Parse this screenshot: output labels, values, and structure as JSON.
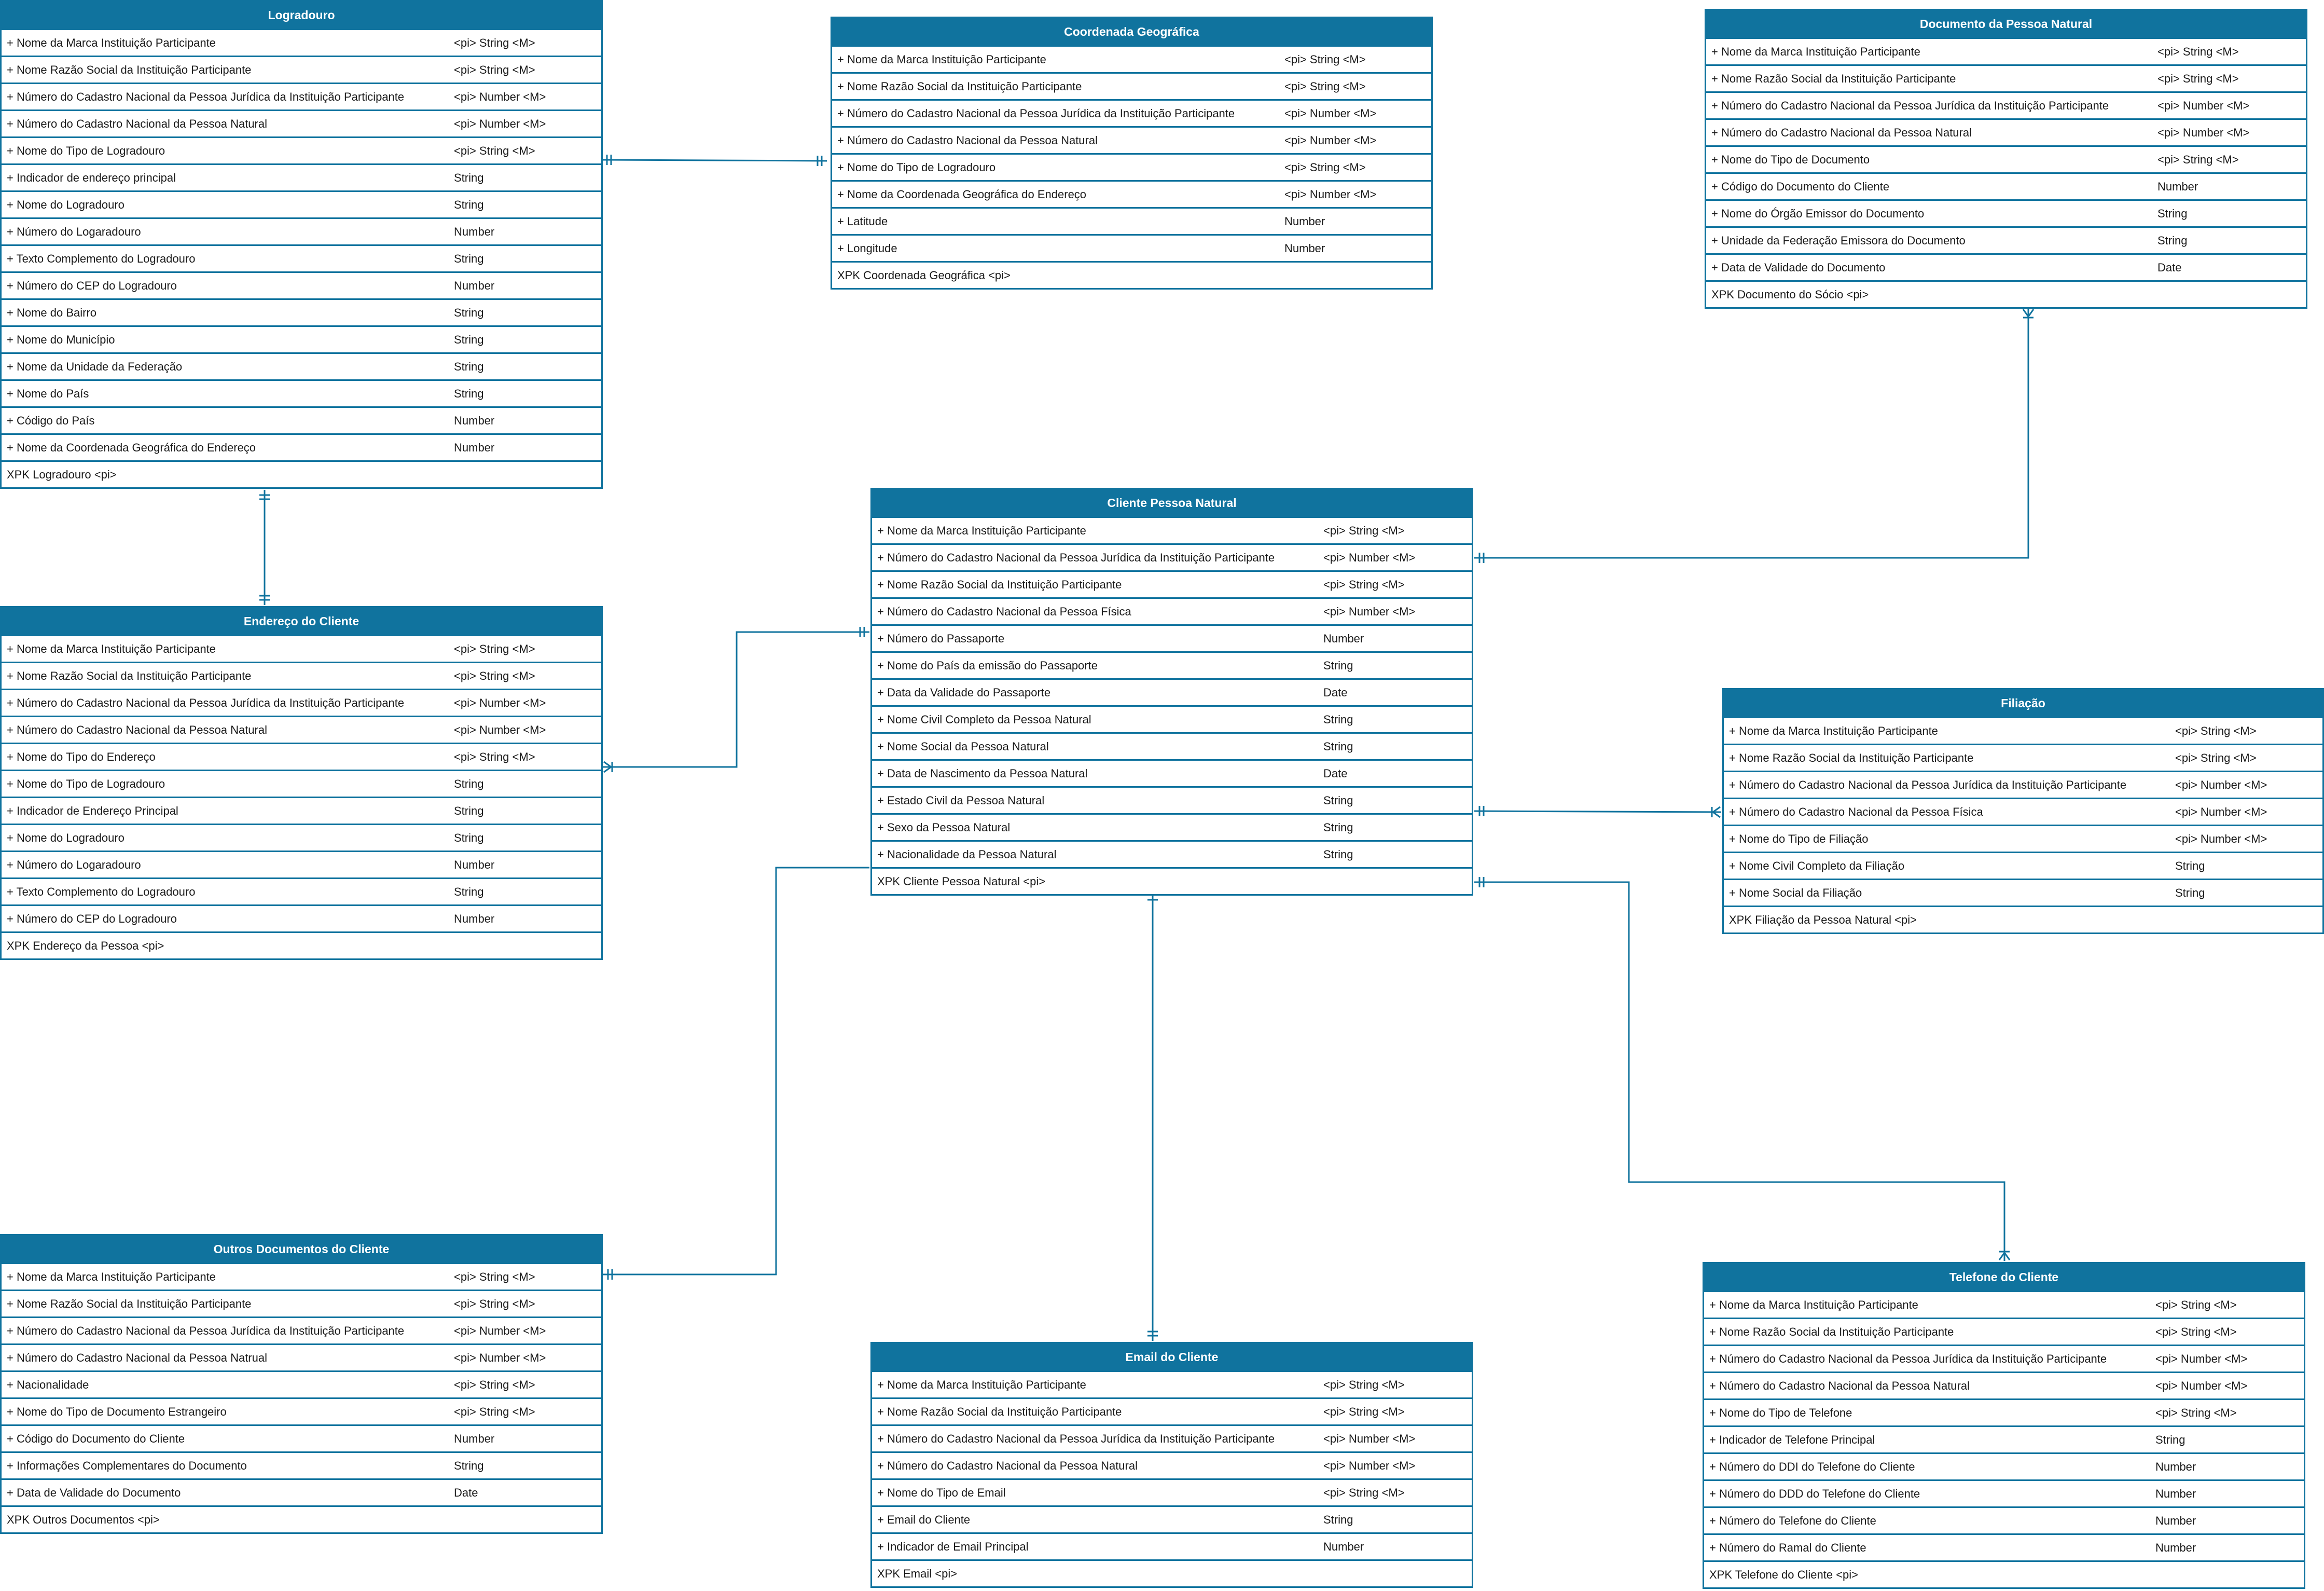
{
  "colors": {
    "header": "#10739e",
    "border": "#10739e",
    "header_text": "#ffffff",
    "connector": "#10739e"
  },
  "entities": {
    "logradouro": {
      "title": "Logradouro",
      "rows": [
        {
          "label": "+ Nome da Marca Instituição Participante",
          "type": "<pi> String     <M>"
        },
        {
          "label": "+ Nome Razão Social da Instituição Participante",
          "type": "<pi> String     <M>"
        },
        {
          "label": "+ Número do Cadastro Nacional da Pessoa Jurídica da Instituição Participante",
          "type": "<pi> Number  <M>"
        },
        {
          "label": "+ Número do Cadastro Nacional  da Pessoa Natural",
          "type": "<pi> Number <M>"
        },
        {
          "label": "+ Nome do Tipo de Logradouro",
          "type": "<pi> String     <M>"
        },
        {
          "label": "+ Indicador de endereço principal",
          "type": "String"
        },
        {
          "label": "+ Nome do Logradouro",
          "type": "String"
        },
        {
          "label": "+ Número do Logaradouro",
          "type": "Number"
        },
        {
          "label": "+ Texto Complemento do Logradouro",
          "type": "String"
        },
        {
          "label": "+ Número do CEP do Logradouro",
          "type": "Number"
        },
        {
          "label": "+ Nome do Bairro",
          "type": "String"
        },
        {
          "label": "+ Nome do Município",
          "type": "String"
        },
        {
          "label": "+ Nome da Unidade da Federação",
          "type": "String"
        },
        {
          "label": "+ Nome do País",
          "type": "String"
        },
        {
          "label": "+ Código do País",
          "type": "Number"
        },
        {
          "label": "+ Nome da Coordenada Geográfica do Endereço",
          "type": "Number"
        },
        {
          "label": "XPK Logradouro   <pi>",
          "type": ""
        }
      ]
    },
    "coordenada": {
      "title": "Coordenada Geográfica",
      "rows": [
        {
          "label": "+ Nome da Marca Instituição Participante",
          "type": "<pi> String     <M>"
        },
        {
          "label": "+ Nome Razão Social da Instituição Participante",
          "type": "<pi> String     <M>"
        },
        {
          "label": "+ Número do Cadastro Nacional da Pessoa Jurídica da Instituição Participante",
          "type": "<pi> Number  <M>"
        },
        {
          "label": "+ Número do Cadastro Nacional  da Pessoa Natural",
          "type": "<pi> Number <M>"
        },
        {
          "label": "+ Nome do Tipo de Logradouro",
          "type": "<pi>    String     <M>"
        },
        {
          "label": "+ Nome da Coordenada Geográfica do Endereço",
          "type": "<pi> Number <M>"
        },
        {
          "label": "+ Latitude",
          "type": "Number"
        },
        {
          "label": "+ Longitude",
          "type": "Number"
        },
        {
          "label": "XPK Coordenada Geográfica   <pi>",
          "type": ""
        }
      ]
    },
    "documento": {
      "title": "Documento da Pessoa Natural",
      "rows": [
        {
          "label": "+ Nome da Marca Instituição Participante",
          "type": "<pi> String     <M>"
        },
        {
          "label": "+ Nome Razão Social da Instituição Participante",
          "type": "<pi> String     <M>"
        },
        {
          "label": "+ Número do Cadastro Nacional da Pessoa Jurídica da Instituição Participante",
          "type": "<pi> Number  <M>"
        },
        {
          "label": "+ Número do Cadastro Nacional  da Pessoa Natural",
          "type": "<pi> Number <M>"
        },
        {
          "label": "+ Nome do Tipo de Documento",
          "type": "<pi> String     <M>"
        },
        {
          "label": "+ Código do Documento do Cliente",
          "type": "Number"
        },
        {
          "label": "+ Nome do Órgão Emissor do Documento",
          "type": "String"
        },
        {
          "label": "+ Unidade da Federação Emissora do Documento",
          "type": "String"
        },
        {
          "label": "+ Data de Validade do Documento",
          "type": "Date"
        },
        {
          "label": "XPK Documento do Sócio  <pi>",
          "type": ""
        }
      ]
    },
    "cliente": {
      "title": "Cliente Pessoa Natural",
      "rows": [
        {
          "label": "+ Nome da Marca Instituição Participante",
          "type": "<pi> String     <M>"
        },
        {
          "label": "+ Número do Cadastro Nacional da Pessoa Jurídica da Instituição Participante",
          "type": "<pi> Number  <M>"
        },
        {
          "label": "+ Nome Razão Social da Instituição Participante",
          "type": "<pi> String     <M>"
        },
        {
          "label": "+ Número do Cadastro Nacional da Pessoa Física",
          "type": "<pi> Number <M>"
        },
        {
          "label": "+ Número do Passaporte",
          "type": "Number"
        },
        {
          "label": "+ Nome do País da emissão do Passaporte",
          "type": "String"
        },
        {
          "label": "+ Data da Validade do Passaporte",
          "type": "Date"
        },
        {
          "label": "+ Nome Civil Completo da Pessoa Natural",
          "type": "String"
        },
        {
          "label": "+ Nome Social da Pessoa Natural",
          "type": "String"
        },
        {
          "label": "+ Data de Nascimento da Pessoa Natural",
          "type": "Date"
        },
        {
          "label": "+ Estado Civil da Pessoa Natural",
          "type": "String"
        },
        {
          "label": "+ Sexo da Pessoa Natural",
          "type": "String"
        },
        {
          "label": "+ Nacionalidade da Pessoa Natural",
          "type": "String"
        },
        {
          "label": "XPK Cliente Pessoa Natural   <pi>",
          "type": ""
        }
      ]
    },
    "endereco": {
      "title": "Endereço do Cliente",
      "rows": [
        {
          "label": "+ Nome da Marca Instituição Participante",
          "type": "<pi> String     <M>"
        },
        {
          "label": "+ Nome Razão Social da Instituição Participante",
          "type": "<pi> String     <M>"
        },
        {
          "label": "+ Número do Cadastro Nacional da Pessoa Jurídica da Instituição Participante",
          "type": "<pi> Number  <M>"
        },
        {
          "label": "+ Número do Cadastro Nacional  da Pessoa Natural",
          "type": "<pi> Number <M>"
        },
        {
          "label": "+ Nome do Tipo do  Endereço",
          "type": "<pi>   String     <M>"
        },
        {
          "label": "+ Nome do Tipo de Logradouro",
          "type": "String"
        },
        {
          "label": "+ Indicador de Endereço Principal",
          "type": "String"
        },
        {
          "label": "+ Nome do Logradouro",
          "type": "String"
        },
        {
          "label": "+ Número do Logaradouro",
          "type": "Number"
        },
        {
          "label": "+ Texto Complemento do Logradouro",
          "type": "String"
        },
        {
          "label": "+ Número do CEP do Logradouro",
          "type": "Number"
        },
        {
          "label": "XPK Endereço da Pessoa  <pi>",
          "type": ""
        }
      ]
    },
    "filiacao": {
      "title": "Filiação",
      "rows": [
        {
          "label": "+ Nome da Marca Instituição Participante",
          "type": "<pi> String     <M>"
        },
        {
          "label": "+ Nome Razão Social da Instituição Participante",
          "type": "<pi> String     <M>"
        },
        {
          "label": "+ Número do Cadastro Nacional da Pessoa Jurídica da Instituição Participante",
          "type": "<pi> Number  <M>"
        },
        {
          "label": "+ Número do Cadastro Nacional  da Pessoa Física",
          "type": "<pi> Number <M>"
        },
        {
          "label": "+ Nome do Tipo de Filiação",
          "type": "<pi> Number  <M>"
        },
        {
          "label": "+ Nome Civil Completo da Filiação",
          "type": "String"
        },
        {
          "label": "+ Nome Social da Filiação",
          "type": "String"
        },
        {
          "label": "XPK Filiação da Pessoa Natural <pi>",
          "type": ""
        }
      ]
    },
    "outros": {
      "title": "Outros Documentos do Cliente",
      "rows": [
        {
          "label": "+ Nome da Marca Instituição Participante",
          "type": "<pi> String     <M>"
        },
        {
          "label": "+ Nome Razão Social da Instituição Participante",
          "type": "<pi> String     <M>"
        },
        {
          "label": "+ Número do Cadastro Nacional da Pessoa Jurídica da Instituição Participante",
          "type": "<pi> Number  <M>"
        },
        {
          "label": "+ Número do Cadastro Nacional da Pessoa Natrual",
          "type": "<pi> Number <M>"
        },
        {
          "label": "+ Nacionalidade",
          "type": "<pi>    String  <M>"
        },
        {
          "label": "+ Nome do Tipo de Documento Estrangeiro",
          "type": "<pi>    String  <M>"
        },
        {
          "label": "+ Código do Documento do Cliente",
          "type": "Number"
        },
        {
          "label": "+ Informações Complementares do Documento",
          "type": "String"
        },
        {
          "label": "+ Data de Validade do Documento",
          "type": "Date"
        },
        {
          "label": "XPK Outros Documentos  <pi>",
          "type": ""
        }
      ]
    },
    "email": {
      "title": "Email do Cliente",
      "rows": [
        {
          "label": "+ Nome da Marca Instituição Participante",
          "type": "<pi> String     <M>"
        },
        {
          "label": "+ Nome Razão Social da Instituição Participante",
          "type": "<pi> String     <M>"
        },
        {
          "label": "+ Número do Cadastro Nacional da Pessoa Jurídica da Instituição Participante",
          "type": "<pi> Number  <M>"
        },
        {
          "label": "+ Número do Cadastro Nacional  da Pessoa Natural",
          "type": "<pi> Number <M>"
        },
        {
          "label": "+ Nome do Tipo de Email",
          "type": "<pi> String  <M>"
        },
        {
          "label": "+ Email do Cliente",
          "type": "String"
        },
        {
          "label": "+ Indicador de Email Principal",
          "type": "Number"
        },
        {
          "label": "XPK Email   <pi>",
          "type": ""
        }
      ]
    },
    "telefone": {
      "title": "Telefone do Cliente",
      "rows": [
        {
          "label": "+ Nome da Marca Instituição Participante",
          "type": "<pi> String     <M>"
        },
        {
          "label": "+ Nome Razão Social da Instituição Participante",
          "type": "<pi> String     <M>"
        },
        {
          "label": "+ Número do Cadastro Nacional da Pessoa Jurídica da Instituição Participante",
          "type": "<pi> Number  <M>"
        },
        {
          "label": "+ Número do Cadastro Nacional  da Pessoa Natural",
          "type": "<pi> Number <M>"
        },
        {
          "label": "+ Nome do Tipo de Telefone",
          "type": "<pi>   String  <M>"
        },
        {
          "label": "+ Indicador de Telefone Principal",
          "type": "String"
        },
        {
          "label": "+ Número do DDI do Telefone do Cliente",
          "type": "Number"
        },
        {
          "label": "+ Número do DDD do Telefone do Cliente",
          "type": "Number"
        },
        {
          "label": "+ Número do Telefone do Cliente",
          "type": "Number"
        },
        {
          "label": "+ Número do Ramal do Cliente",
          "type": "Number"
        },
        {
          "label": "XPK Telefone do Cliente   <pi>",
          "type": ""
        }
      ]
    }
  }
}
